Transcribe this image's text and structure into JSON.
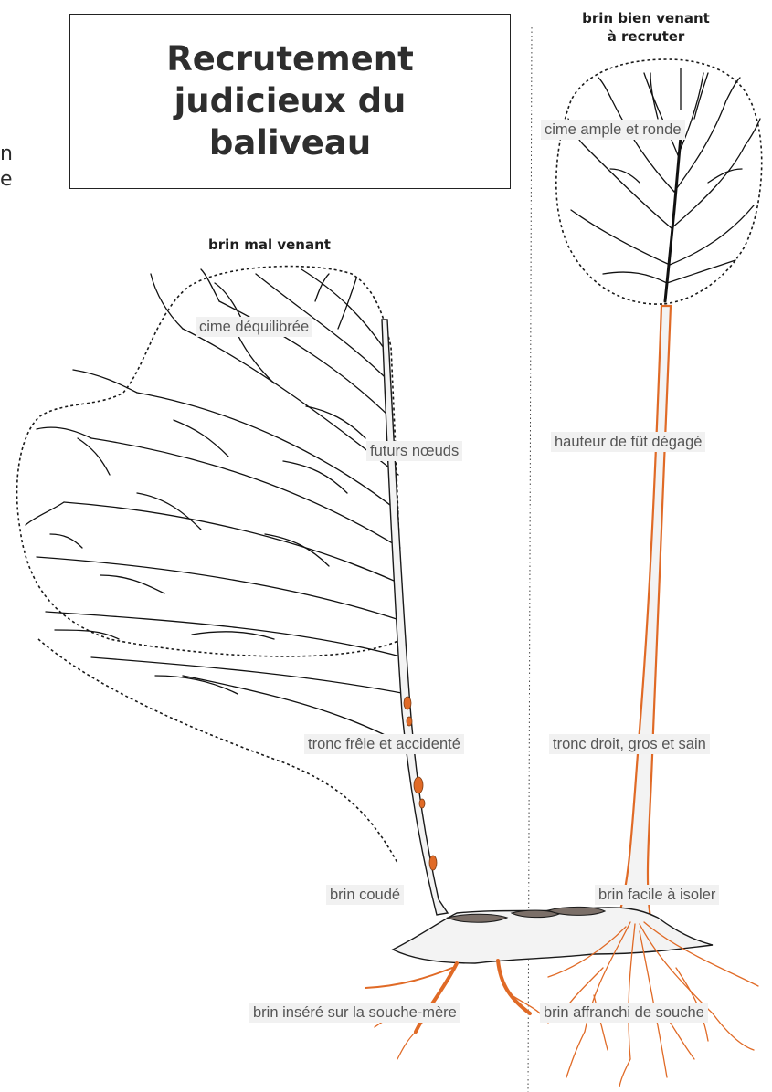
{
  "title_lines": [
    "Recrutement",
    "judicieux du",
    "baliveau"
  ],
  "left_heading": "brin mal venant",
  "right_heading_lines": [
    "brin bien venant",
    "à recruter"
  ],
  "left_labels": {
    "crown": "cime déquilibrée",
    "knots": "futurs nœuds",
    "trunk": "tronc frêle et accidenté",
    "bend": "brin coudé",
    "insertion": "brin inséré sur la souche-mère"
  },
  "right_labels": {
    "crown": "cime ample et ronde",
    "bole": "hauteur de fût dégagé",
    "trunk": "tronc droit, gros et sain",
    "isolate": "brin facile à isoler",
    "freed": "brin affranchi de souche"
  },
  "edge_fragments": [
    "n",
    "e"
  ],
  "colors": {
    "outline": "#1a1a1a",
    "trunk_fill": "#f3f3f3",
    "root_orange": "#e06a26",
    "stump_top": "#7b6f68",
    "label_bg": "#f1f1f1"
  }
}
